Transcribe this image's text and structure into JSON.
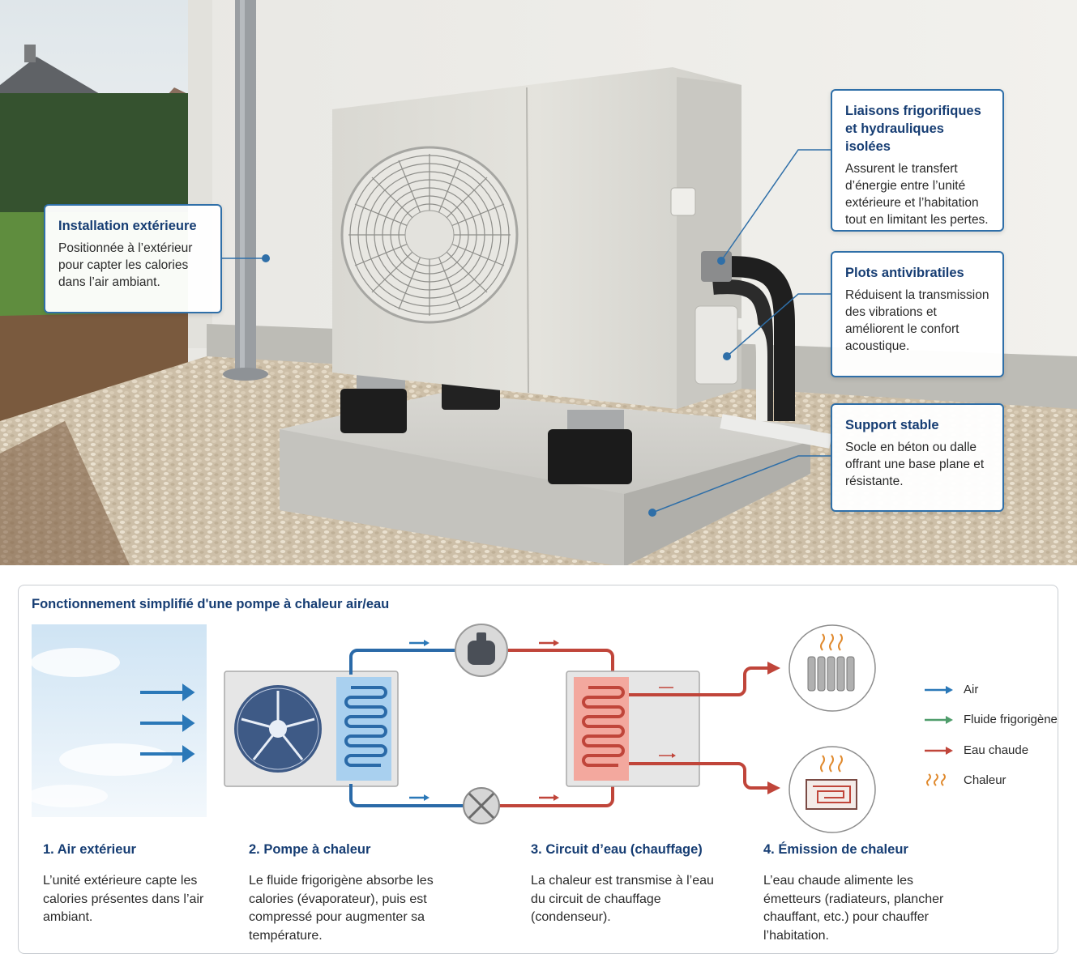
{
  "callouts": {
    "installation": {
      "title": "Installation extérieure",
      "text": "Positionnée à l’extérieur pour capter les calories dans l’air ambiant."
    },
    "liaisons": {
      "title": "Liaisons frigorifiques et hydrauliques isolées",
      "text": "Assurent le transfert d’énergie entre l’unité extérieure et l’habitation tout en limitant les pertes."
    },
    "plots": {
      "title": "Plots antivibratiles",
      "text": "Réduisent la transmission des vibrations et améliorent le confort acoustique."
    },
    "support": {
      "title": "Support stable",
      "text": "Socle en béton ou dalle offrant une base plane et résistante."
    }
  },
  "diagram": {
    "title": "Fonctionnement simplifié d'une pompe à chaleur air/eau",
    "legend": [
      {
        "label": "Air",
        "color": "#2a78b8",
        "icon": "arrow-icon"
      },
      {
        "label": "Fluide frigorigène",
        "color": "#4f9d6b",
        "icon": "arrow-icon"
      },
      {
        "label": "Eau chaude",
        "color": "#c0453a",
        "icon": "arrow-icon"
      },
      {
        "label": "Chaleur",
        "color": "#e08a2e",
        "icon": "heat-waves-icon"
      }
    ],
    "steps": [
      {
        "title": "1. Air extérieur",
        "text": "L’unité extérieure capte les calories présentes dans l’air ambiant."
      },
      {
        "title": "2. Pompe à chaleur",
        "text": "Le fluide frigorigène absorbe les calories (évaporateur), puis est compressé pour augmenter sa température."
      },
      {
        "title": "3. Circuit d’eau (chauffage)",
        "text": "La chaleur est transmise à l’eau du circuit de chauffage (condenseur)."
      },
      {
        "title": "4. Émission de chaleur",
        "text": "L’eau chaude alimente les émetteurs (radiateurs, plancher chauffant, etc.) pour chauffer l’habitation."
      }
    ]
  },
  "colors": {
    "accent": "#163d73",
    "callout_border": "#2f6fa8",
    "cold_line": "#2a6aa8",
    "hot_line": "#c0453a"
  }
}
